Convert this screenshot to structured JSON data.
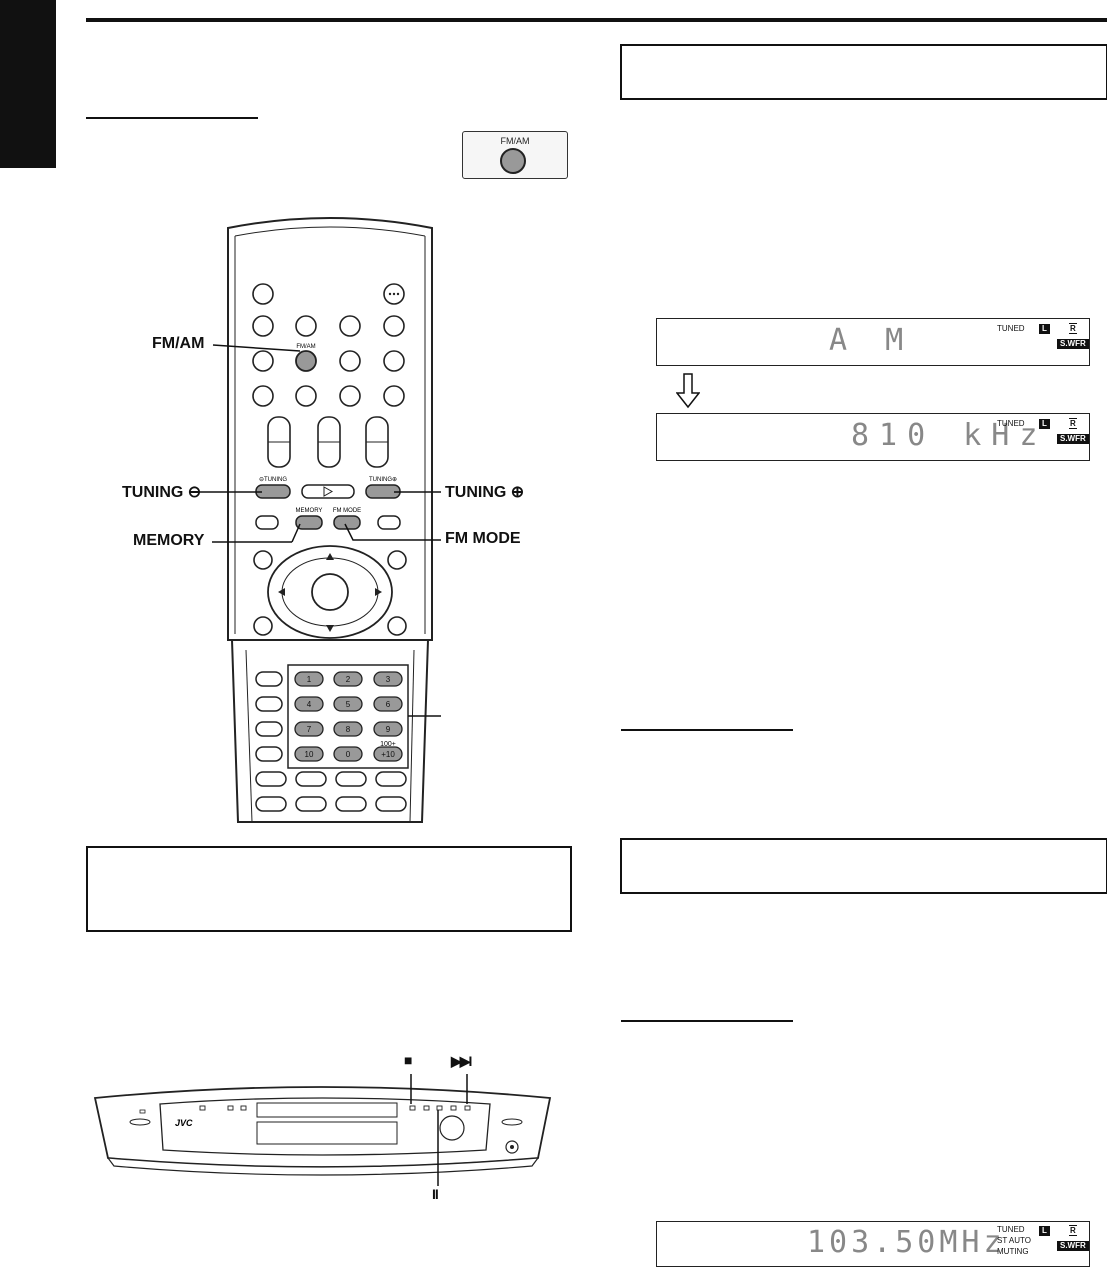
{
  "remote": {
    "button_labels": {
      "fm_am": "FM/AM",
      "tuning_minus": "⊖TUNING",
      "tuning_plus": "TUNING⊕",
      "memory": "MEMORY",
      "fm_mode": "FM MODE",
      "k100": "100+"
    },
    "numpad": [
      "1",
      "2",
      "3",
      "4",
      "5",
      "6",
      "7",
      "8",
      "9",
      "10",
      "0",
      "+10"
    ]
  },
  "fmam_panel_label": "FM/AM",
  "callouts": {
    "fm_am": "FM/AM",
    "tuning_minus": "TUNING ⊖",
    "tuning_plus": "TUNING ⊕",
    "memory": "MEMORY",
    "fm_mode": "FM MODE"
  },
  "displays": [
    {
      "text": "A M",
      "tuned": "TUNED",
      "l": "L",
      "r": "R",
      "swfr": "S.WFR"
    },
    {
      "text": "810 kHz",
      "tuned": "TUNED",
      "l": "L",
      "r": "R",
      "swfr": "S.WFR"
    },
    {
      "text": "103.50MHz",
      "tuned": "TUNED",
      "st_auto": "ST AUTO",
      "muting": "MUTING",
      "l": "L",
      "r": "R",
      "swfr": "S.WFR"
    }
  ],
  "main_unit": {
    "brand": "JVC",
    "stop_symbol": "■",
    "next_symbol": "▶▶I",
    "pause_symbol": "II"
  },
  "colors": {
    "ink": "#111111",
    "button_gray": "#999999"
  }
}
